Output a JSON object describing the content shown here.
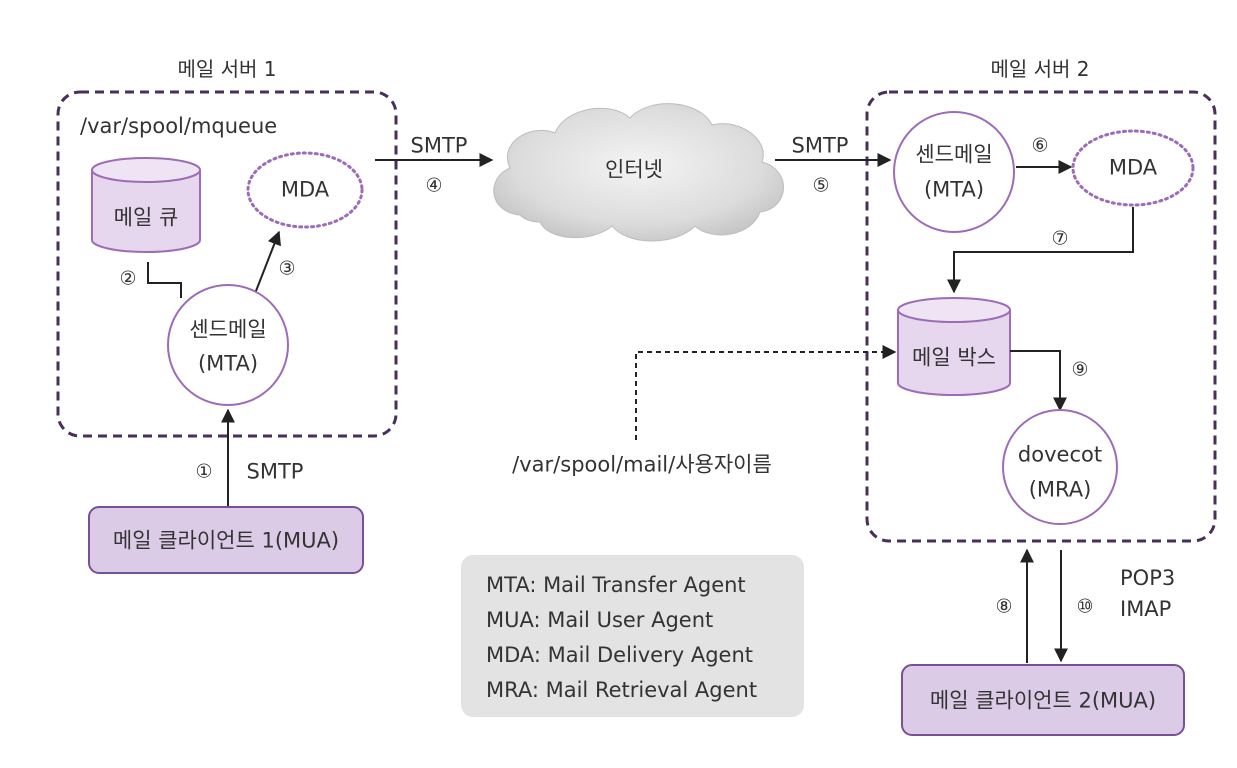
{
  "server1": {
    "title": "메일 서버 1",
    "path": "/var/spool/mqueue",
    "queue": "메일 큐",
    "mda": "MDA",
    "mta_name": "센드메일",
    "mta_role": "(MTA)",
    "step2": "②",
    "step3": "③"
  },
  "server2": {
    "title": "메일 서버 2",
    "mta_name": "센드메일",
    "mta_role": "(MTA)",
    "mda": "MDA",
    "mailbox": "메일 박스",
    "mra_name": "dovecot",
    "mra_role": "(MRA)",
    "step6": "⑥",
    "step7": "⑦",
    "step9": "⑨"
  },
  "internet": "인터넷",
  "links": {
    "smtp_left": "SMTP",
    "step4": "④",
    "smtp_right": "SMTP",
    "step5": "⑤",
    "step1": "①",
    "smtp_client": "SMTP",
    "step8": "⑧",
    "step10": "⑩",
    "pop3": "POP3",
    "imap": "IMAP",
    "spool_path": "/var/spool/mail/사용자이름"
  },
  "clients": {
    "client1": "메일 클라이언트 1(MUA)",
    "client2": "메일 클라이언트 2(MUA)"
  },
  "legend": [
    "MTA: Mail Transfer Agent",
    "MUA: Mail User Agent",
    "MDA: Mail Delivery Agent",
    "MRA: Mail Retrieval Agent"
  ],
  "colors": {
    "purple_border": "#4a2e5c",
    "node_border": "#9d6bb8",
    "node_fill": "#e6d7ee",
    "client_fill": "#dccbe6",
    "legend_fill": "#e3e3e3"
  }
}
